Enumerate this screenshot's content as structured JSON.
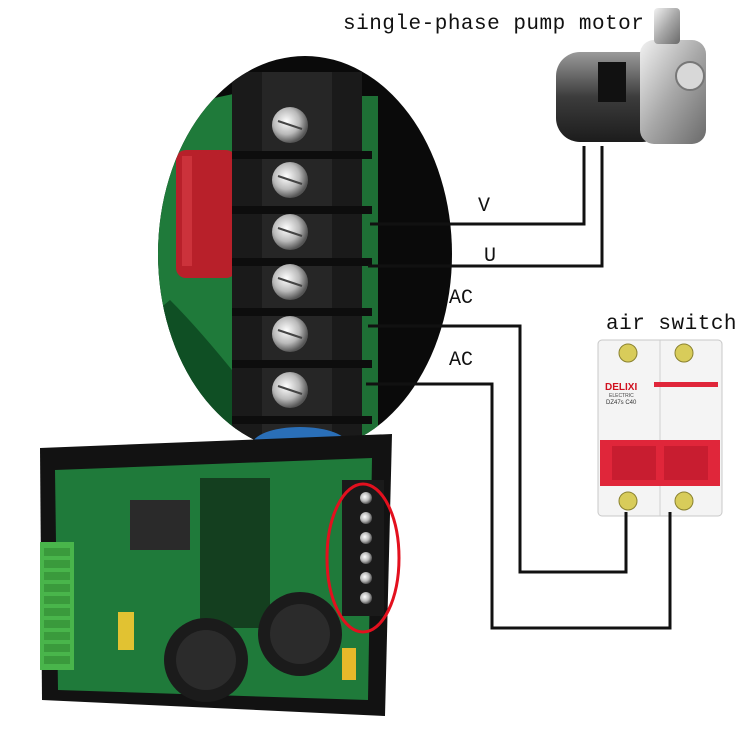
{
  "labels": {
    "motor_title": "single-phase pump motor",
    "switch_title": "air switch",
    "terminal_v": "V",
    "terminal_u": "U",
    "input_ac_1": "AC",
    "input_ac_2": "AC"
  },
  "breaker": {
    "brand": "DELIXI",
    "brand_sub": "ELECTRIC",
    "model": "DZ47s C40"
  },
  "colors": {
    "wire": "#111111",
    "pcb_green": "#1f7a3a",
    "terminal_black": "#1a1a1a",
    "breaker_red": "#e0263a",
    "highlight_ellipse": "#e3101e",
    "capacitor_red": "#b8202a"
  }
}
